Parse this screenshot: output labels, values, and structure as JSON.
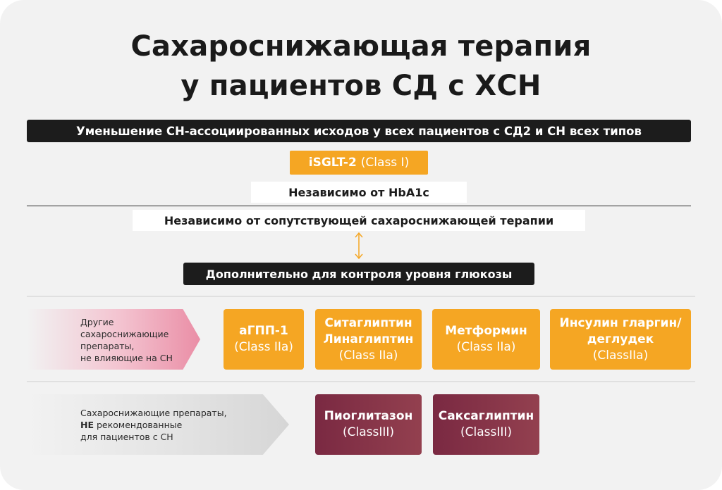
{
  "title": {
    "line1": "Сахароснижающая терапия",
    "line2": "у пациентов СД с ХСН"
  },
  "top_bar": "Уменьшение СН-ассоциированных исходов у всех пациентов с СД2 и СН всех типов",
  "sglt": {
    "name": "iSGLT-2",
    "class": "(Class I)"
  },
  "independent_hba1c": "Независимо от HbA1c",
  "independent_therapy": "Независимо от сопутствующей сахароснижающей терапии",
  "glucose_bar": "Дополнительно для контроля уровня глюкозы",
  "arrow_icon": "double-arrow-vertical-icon",
  "colors": {
    "orange": "#f5a623",
    "maroon": "#7a2942",
    "pink": "#e88aa0",
    "dark": "#1c1c1c"
  },
  "other_drugs": {
    "label_lines": [
      "Другие",
      "сахароснижающие",
      "препараты,",
      "не влияющие на СН"
    ],
    "items": [
      {
        "name_lines": [
          "аГПП-1"
        ],
        "class": "(Class IIa)"
      },
      {
        "name_lines": [
          "Ситаглиптин",
          "Линаглиптин"
        ],
        "class": "(Class IIa)"
      },
      {
        "name_lines": [
          "Метформин"
        ],
        "class": "(Class IIa)"
      },
      {
        "name_lines": [
          "Инсулин гларгин/",
          "деглудек"
        ],
        "class": "(ClassIIa)"
      }
    ]
  },
  "not_recommended": {
    "label_line1": "Сахароснижающие препараты,",
    "label_line2_bold": "НЕ",
    "label_line2_rest": " рекомендованные",
    "label_line3": "для пациентов с СН",
    "items": [
      {
        "name": "Пиоглитазон",
        "class": "(ClassIII)"
      },
      {
        "name": "Саксаглиптин",
        "class": "(ClassIII)"
      }
    ]
  }
}
